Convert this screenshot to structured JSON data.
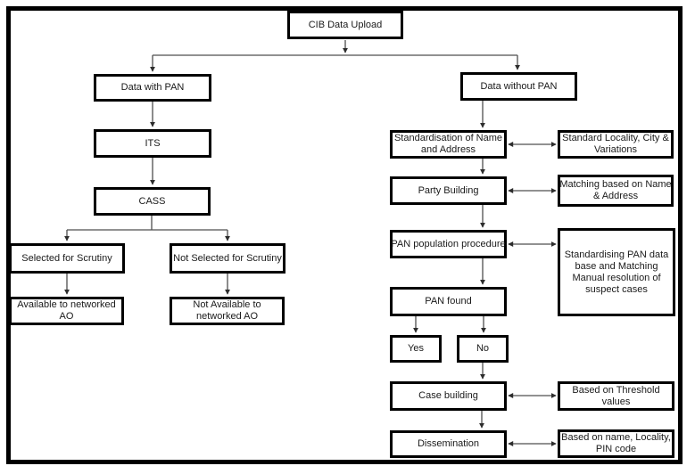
{
  "colors": {
    "background": "#ffffff",
    "frame_border": "#000000",
    "box_border": "#000000",
    "connector": "#4f4f4f",
    "text": "#1a1a1a"
  },
  "nodes": {
    "cib": {
      "label": "CIB Data Upload"
    },
    "data_with_pan": {
      "label": "Data with PAN"
    },
    "its": {
      "label": "ITS"
    },
    "cass": {
      "label": "CASS"
    },
    "selected_for_scrutiny": {
      "label": "Selected for Scrutiny"
    },
    "not_selected_for_scrutiny": {
      "label": "Not Selected for Scrutiny"
    },
    "available_to_networked_ao": {
      "label": [
        "Available to networked",
        "AO"
      ]
    },
    "not_available_to_networked_ao": {
      "label": [
        "Not Available to",
        "networked AO"
      ]
    },
    "data_without_pan": {
      "label": "Data without PAN"
    },
    "standardisation_of_name_and_address": {
      "label": [
        "Standardisation of Name",
        "and Address"
      ]
    },
    "standard_locality_city_variations": {
      "label": [
        "Standard Locality, City &",
        "Variations"
      ]
    },
    "party_building": {
      "label": "Party Building"
    },
    "matching_based_on_name_address": {
      "label": [
        "Matching based on Name",
        "& Address"
      ]
    },
    "pan_population_procedure": {
      "label": "PAN population procedure"
    },
    "standardising_pan_data_base": {
      "label": [
        "Standardising PAN data",
        "base and Matching",
        "Manual resolution of",
        "suspect cases"
      ]
    },
    "pan_found": {
      "label": "PAN found"
    },
    "yes": {
      "label": "Yes"
    },
    "no": {
      "label": "No"
    },
    "case_building": {
      "label": "Case building"
    },
    "based_on_threshold_values": {
      "label": [
        "Based on Threshold",
        "values"
      ]
    },
    "dissemination": {
      "label": "Dissemination"
    },
    "based_on_name_locality_pin": {
      "label": [
        "Based on name, Locality,",
        "PIN code"
      ]
    }
  }
}
